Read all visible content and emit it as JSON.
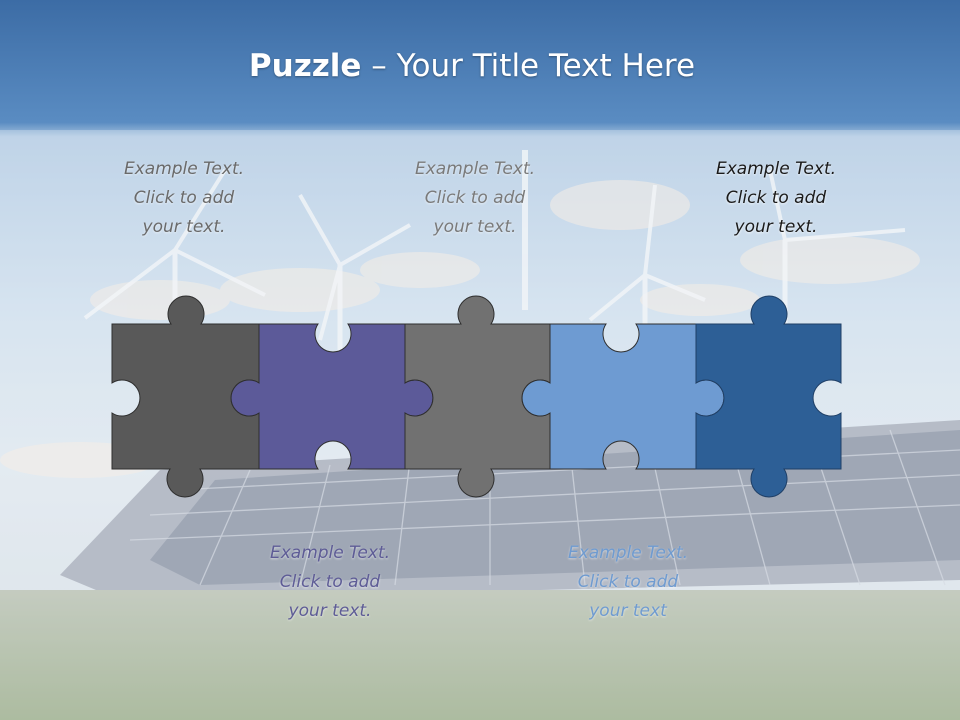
{
  "title": {
    "bold": "Puzzle",
    "rest": " – Your Title Text Here"
  },
  "captions": [
    {
      "line1": "Example Text.",
      "line2": "Click  to add",
      "line3": "your text."
    },
    {
      "line1": "Example Text.",
      "line2": "Click  to add",
      "line3": "your text."
    },
    {
      "line1": "Example Text.",
      "line2": "Click  to add",
      "line3": "your text."
    },
    {
      "line1": "Example Text.",
      "line2": "Click  to add",
      "line3": "your text."
    },
    {
      "line1": "Example Text.",
      "line2": "Click  to add",
      "line3": "your text"
    }
  ],
  "pieces": [
    {
      "name": "piece-1",
      "color": "#595959"
    },
    {
      "name": "piece-2",
      "color": "#5c5a99"
    },
    {
      "name": "piece-3",
      "color": "#717171"
    },
    {
      "name": "piece-4",
      "color": "#6e9bd2"
    },
    {
      "name": "piece-5",
      "color": "#2d5f96"
    }
  ],
  "colors": {
    "sky_top": "#3e6fa8",
    "sky_mid": "#a9c6e0",
    "grass": "#8aa27a"
  }
}
